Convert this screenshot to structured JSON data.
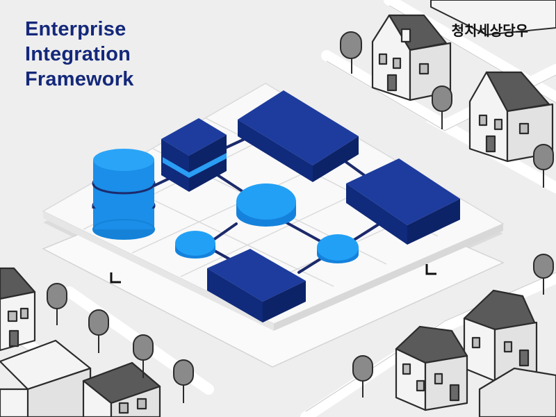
{
  "title": {
    "line1": "Enterprise",
    "line2": "Integration",
    "line3": "Framework"
  },
  "brand_text": "청치세상당우",
  "colors": {
    "navy_block": "#14318c",
    "light_blue": "#1a96f0",
    "platform": "#f9f9f9",
    "connector": "#1c2a6b",
    "background": "#eeeeee",
    "house_roof": "#5a5a5a"
  },
  "icons": [
    "database-cylinder-icon",
    "server-block-icon",
    "node-circle-icon",
    "house-icon",
    "tree-icon"
  ]
}
